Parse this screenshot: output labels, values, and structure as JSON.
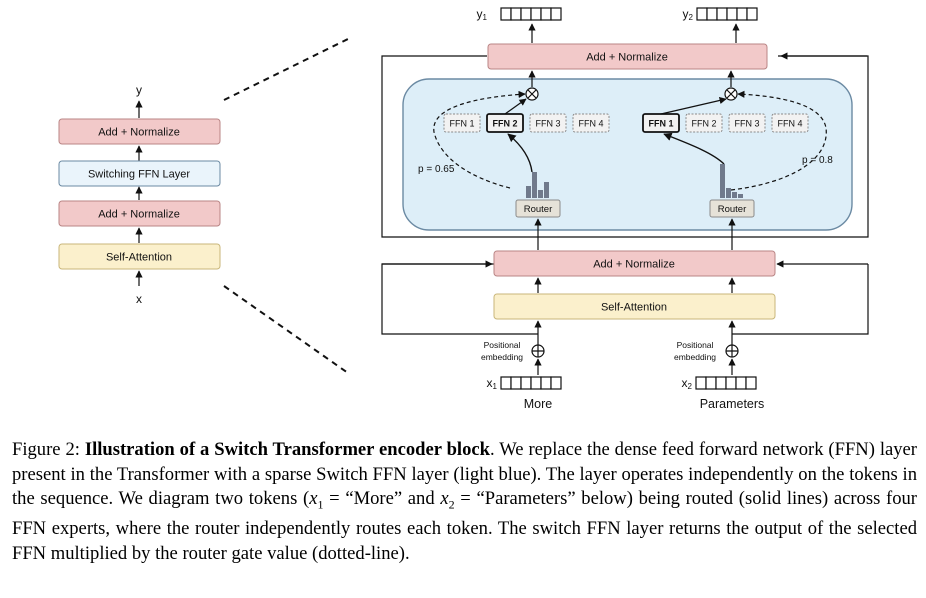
{
  "colors": {
    "add_norm_fill": "#f2c9c9",
    "add_norm_stroke": "#b98585",
    "switch_fill": "#eaf4fb",
    "switch_stroke": "#6b8aa3",
    "attention_fill": "#fbf0cc",
    "attention_stroke": "#c9b67a",
    "panel_fill": "#ddeef8",
    "ffn_fill": "#f2f2f2",
    "ffn_stroke": "#8a8a8a",
    "router_fill": "#e6e2d8",
    "router_bar": "#707a8c"
  },
  "left_block": {
    "output_label": "y",
    "input_label": "x",
    "layers": [
      "Add + Normalize",
      "Switching FFN Layer",
      "Add + Normalize",
      "Self-Attention"
    ]
  },
  "right_block": {
    "outputs": [
      {
        "label": "y",
        "subscript": "1"
      },
      {
        "label": "y",
        "subscript": "2"
      }
    ],
    "top_norm": "Add + Normalize",
    "bottom_norm": "Add + Normalize",
    "attention": "Self-Attention",
    "experts_left": [
      "FFN 1",
      "FFN 2",
      "FFN 3",
      "FFN 4"
    ],
    "experts_right": [
      "FFN 1",
      "FFN 2",
      "FFN 3",
      "FFN 4"
    ],
    "router_label": "Router",
    "prob_left": "p = 0.65",
    "prob_right": "p = 0.8",
    "positional_label_line1": "Positional",
    "positional_label_line2": "embedding",
    "multiply_icon": "circle-times-icon",
    "add_icon": "circle-plus-icon",
    "inputs": [
      {
        "label": "x",
        "subscript": "1",
        "word": "More"
      },
      {
        "label": "x",
        "subscript": "2",
        "word": "Parameters"
      }
    ]
  },
  "caption": {
    "prefix": "Figure 2: ",
    "bold": "Illustration of a Switch Transformer encoder block",
    "p1": ". We replace the dense feed forward network (FFN) layer present in the Transformer with a sparse Switch FFN layer (light blue). The layer operates independently on the tokens in the sequence. We diagram two tokens (",
    "x1": "x",
    "x1_sub": "1",
    "eq1": " = “More” and ",
    "x2": "x",
    "x2_sub": "2",
    "eq2": " = “Parameters” below) being routed (solid lines) across four FFN experts, where the router independently routes each token.  The switch FFN layer returns the output of the selected FFN multiplied by the router gate value (dotted-line)."
  }
}
